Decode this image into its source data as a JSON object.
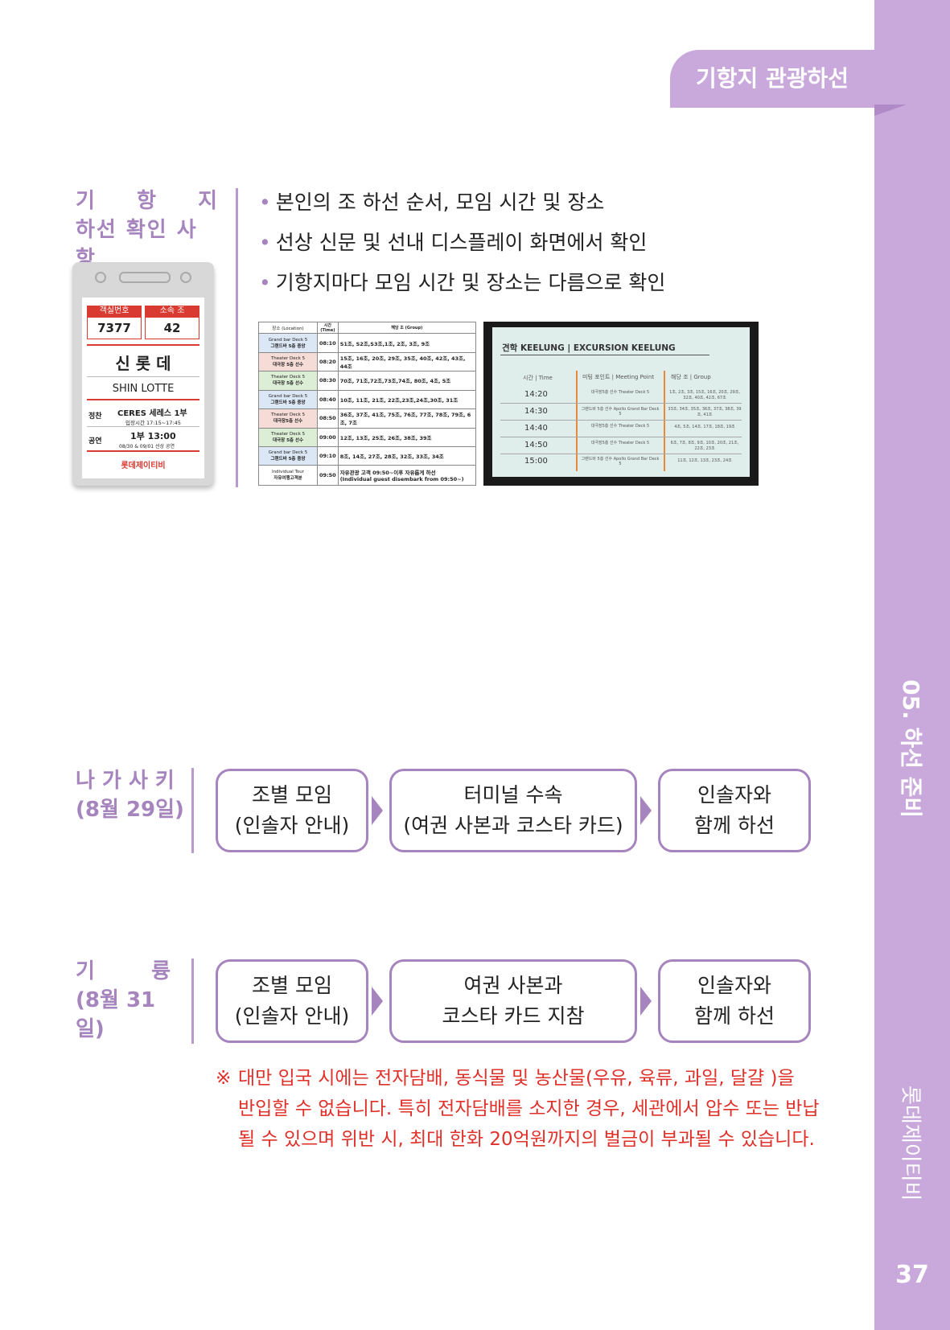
{
  "header": {
    "section_tab": "기항지 관광하선"
  },
  "sidebar": {
    "chapter": "05. 하선 준비",
    "brand": "롯데제이티비",
    "page_number": "37"
  },
  "check": {
    "label_line1": [
      "기",
      "항",
      "지"
    ],
    "label_line2": "하선 확인 사항",
    "bullets": [
      "본인의 조 하선 순서, 모임 시간 및 장소",
      "선상 신문 및 선내 디스플레이 화면에서 확인",
      "기항지마다 모임 시간 및 장소는 다름으로 확인"
    ]
  },
  "id_card": {
    "room_label": "객실번호",
    "group_label": "소속 조",
    "room_value": "7377",
    "group_value": "42",
    "name_ko": "신 롯 데",
    "name_en": "SHIN LOTTE",
    "dinner_label": "정찬",
    "dinner_value": "CERES 세레스 1부",
    "dinner_sub": "입장시간 17:15~17:45",
    "show_label": "공연",
    "show_value": "1부 13:00",
    "show_sub": "08/30 & 09/01 선상 공연",
    "company": "롯데제이티비"
  },
  "schedule_table": {
    "headers": [
      "장소 (Location)",
      "시간 (Time)",
      "해당 조 (Group)"
    ],
    "rows": [
      {
        "loc_en": "Grand bar Deck 5",
        "loc_ko": "그랜드바 5층 중앙",
        "time": "08:10",
        "groups": "S1조, S2조,S3조,1조, 2조, 3조, 9조"
      },
      {
        "loc_en": "Theater Deck 5",
        "loc_ko": "대극장 5층 선수",
        "time": "08:20",
        "groups": "15조, 16조, 20조, 29조, 35조, 40조, 42조, 43조, 44조"
      },
      {
        "loc_en": "Theater Deck 5",
        "loc_ko": "대극장 5층 선수",
        "time": "08:30",
        "groups": "70조, 71조,72조,73조,74조, 80조, 4조, 5조"
      },
      {
        "loc_en": "Grand bar Deck 5",
        "loc_ko": "그랜드바 5층 중앙",
        "time": "08:40",
        "groups": "10조, 11조, 21조, 22조,23조,24조,30조, 31조"
      },
      {
        "loc_en": "Theater Deck 5",
        "loc_ko": "대극장5층 선수",
        "time": "08:50",
        "groups": "36조, 37조, 41조, 75조, 76조, 77조, 78조, 79조, 6조, 7조"
      },
      {
        "loc_en": "Theater Deck 5",
        "loc_ko": "대극장 5층 선수",
        "time": "09:00",
        "groups": "12조, 13조, 25조, 26조, 38조, 39조"
      },
      {
        "loc_en": "Grand bar Deck 5",
        "loc_ko": "그랜드바 5층 중앙",
        "time": "09:10",
        "groups": "8조, 14조, 27조, 28조, 32조, 33조, 34조"
      },
      {
        "loc_en": "Individual Tour",
        "loc_ko": "자유여행고객분",
        "time": "09:50",
        "groups": "자유관광 고객 09:50~이후 자유롭게 하선",
        "groups_en": "(Individual guest disembark from 09:50~)"
      }
    ]
  },
  "display_photo": {
    "title": "견학 KEELUNG | EXCURSION KEELUNG",
    "headers": [
      "시간 | Time",
      "미팅 포인트 | Meeting Point",
      "해당 조 | Group"
    ],
    "rows": [
      {
        "time": "14:20",
        "point": "대극장5층 선수 Theater Deck 5",
        "group": "1조, 2조, 3조, 15조, 16조, 20조, 29조, 32조, 40조, 42조, 67조"
      },
      {
        "time": "14:30",
        "point": "그랜드바 5층 선수 Apollo Grand Bar Deck 5",
        "group": "33조, 34조, 35조, 36조, 37조, 38조, 39조, 41조"
      },
      {
        "time": "14:40",
        "point": "대극장5층 선수 Theater Deck 5",
        "group": "4조, 5조, 14조, 17조, 18조, 19조"
      },
      {
        "time": "14:50",
        "point": "대극장5층 선수 Theater Deck 5",
        "group": "6조, 7조, 8조, 9조, 10조, 20조, 21조, 22조, 23조"
      },
      {
        "time": "15:00",
        "point": "그랜드바 5층 선수 Apollo Grand Bar Deck 5",
        "group": "11조, 12조, 13조, 23조, 24조"
      }
    ]
  },
  "nagasaki": {
    "label_line1": "나 가 사 키",
    "label_line2": "(8월 29일)",
    "steps": [
      {
        "line1": "조별 모임",
        "line2": "(인솔자 안내)"
      },
      {
        "line1": "터미널 수속",
        "line2": "(여권 사본과 코스타 카드)"
      },
      {
        "line1": "인솔자와",
        "line2": "함께 하선"
      }
    ]
  },
  "keelung": {
    "label_line1": [
      "기",
      "륭"
    ],
    "label_line2": "(8월 31일)",
    "steps": [
      {
        "line1": "조별 모임",
        "line2": "(인솔자 안내)"
      },
      {
        "line1": "여권 사본과",
        "line2": "코스타 카드 지참"
      },
      {
        "line1": "인솔자와",
        "line2": "함께 하선"
      }
    ]
  },
  "notice": {
    "mark": "※",
    "lines": [
      "대만 입국 시에는 전자담배, 동식물 및 농산물(우유, 육류, 과일, 달걀 )을",
      "반입할 수 없습니다. 특히 전자담배를 소지한 경우, 세관에서 압수 또는 반납",
      "될 수 있으며 위반 시, 최대 한화 20억원까지의 벌금이 부과될 수 있습니다."
    ]
  },
  "colors": {
    "accent": "#c9a8db",
    "label": "#a684be",
    "notice": "#e0302a",
    "card_red": "#d93b32"
  }
}
